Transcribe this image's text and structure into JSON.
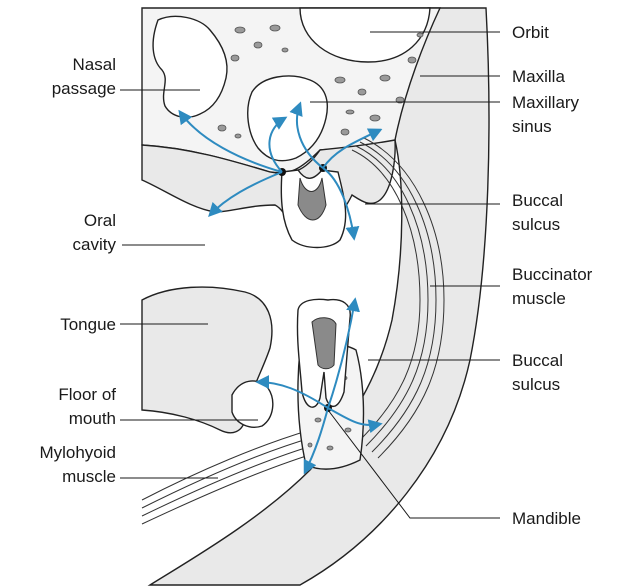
{
  "labels": {
    "orbit": "Orbit",
    "maxilla": "Maxilla",
    "maxillary_sinus_1": "Maxillary",
    "maxillary_sinus_2": "sinus",
    "nasal_passage_1": "Nasal",
    "nasal_passage_2": "passage",
    "buccal_sulcus_upper_1": "Buccal",
    "buccal_sulcus_upper_2": "sulcus",
    "oral_cavity_1": "Oral",
    "oral_cavity_2": "cavity",
    "buccinator_1": "Buccinator",
    "buccinator_2": "muscle",
    "tongue": "Tongue",
    "buccal_sulcus_lower_1": "Buccal",
    "buccal_sulcus_lower_2": "sulcus",
    "floor_of_mouth_1": "Floor of",
    "floor_of_mouth_2": "mouth",
    "mylohyoid_1": "Mylohyoid",
    "mylohyoid_2": "muscle",
    "mandible": "Mandible"
  },
  "colors": {
    "spread_arrows": "#2e8bc0",
    "soft_tissue": "#e9e9e9",
    "outline": "#222222"
  }
}
